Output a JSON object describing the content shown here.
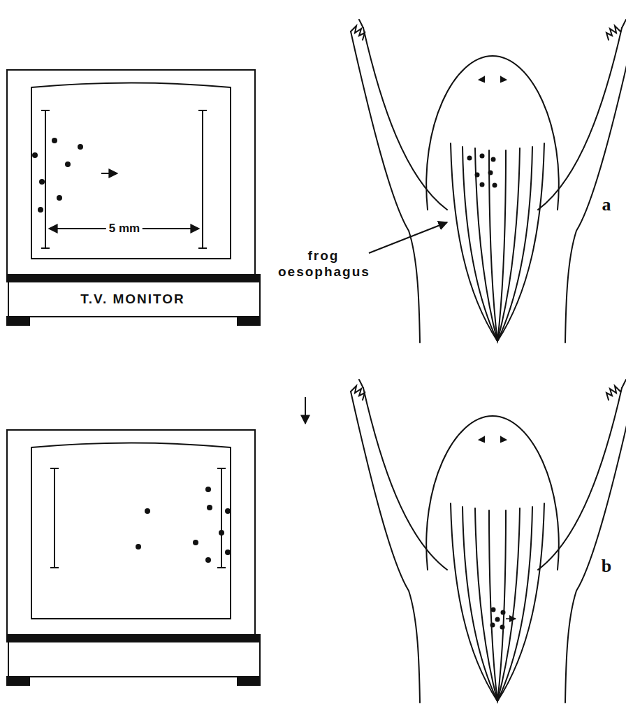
{
  "diagram": {
    "labels": [
      "5 mm",
      "T.V. MONITOR",
      "frog oesophagus",
      "a",
      "b"
    ]
  }
}
